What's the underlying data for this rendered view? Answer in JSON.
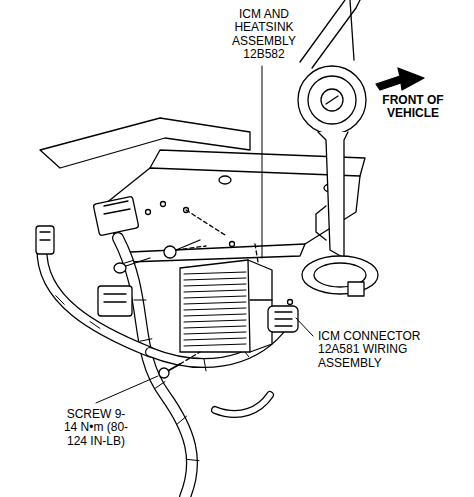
{
  "diagram": {
    "labels": [
      "ICM AND HEATSINK ASSEMBLY 12B582",
      "FRONT OF VEHICLE",
      "ICM CONNECTOR 12A581 WIRING ASSEMBLY",
      "SCREW 9-14 N•m (80-124 IN-LB)"
    ]
  }
}
